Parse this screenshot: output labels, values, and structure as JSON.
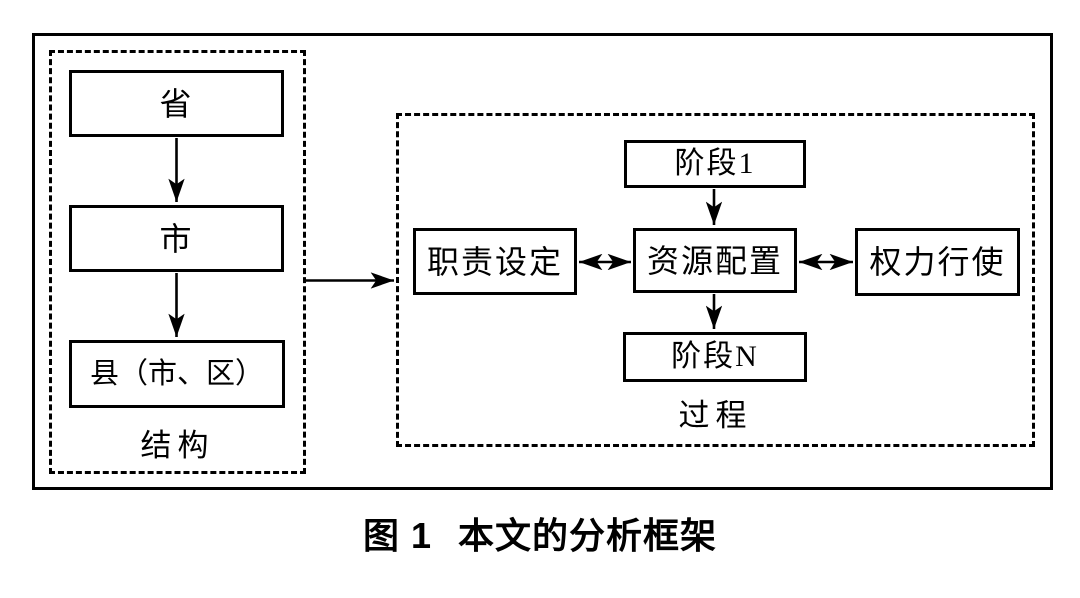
{
  "figure": {
    "caption": {
      "number": "图 1",
      "title": "本文的分析框架"
    },
    "structure_group": {
      "label": "结构",
      "nodes": {
        "province": "省",
        "city": "市",
        "county": "县（市、区）"
      }
    },
    "process_group": {
      "label": "过程",
      "nodes": {
        "stage1": "阶段1",
        "duty": "职责设定",
        "resource": "资源配置",
        "power": "权力行使",
        "stageN": "阶段N"
      }
    },
    "colors": {
      "line": "#000000",
      "background": "#ffffff"
    }
  }
}
